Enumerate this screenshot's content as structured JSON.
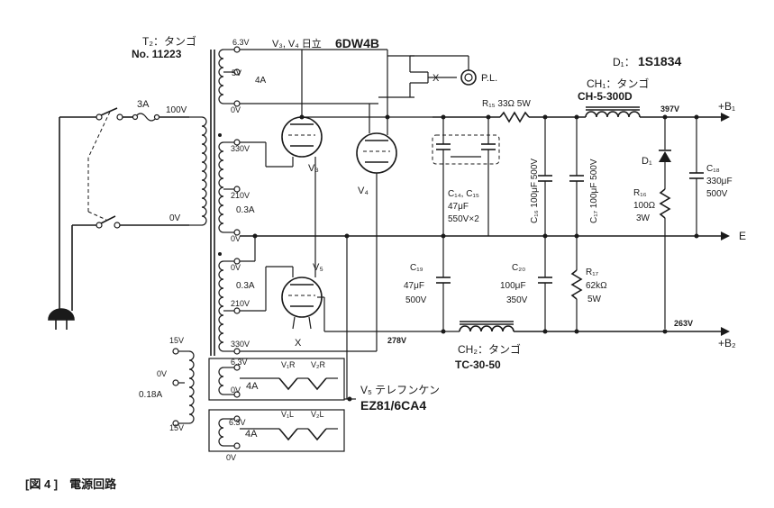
{
  "transformer": {
    "name": "T₂：タンゴ",
    "model": "No. 11223"
  },
  "windings": {
    "v63_top": "6.3V",
    "v5": "5V",
    "a4_top": "4A",
    "v0_top": "0V",
    "v100": "100V",
    "v0_pri": "0V",
    "v330": "330V",
    "v210": "210V",
    "a03": "0.3A",
    "v0_hv": "0V",
    "v0_hv2": "0V",
    "a03_b": "0.3A",
    "v210_b": "210V",
    "v330_b": "330V",
    "v15_top": "15V",
    "v0_mid": "0V",
    "v15_bot": "15V",
    "a018": "0.18A",
    "v63_h1": "6.3V",
    "v0_h1": "0V",
    "a4_h1": "4A",
    "v63_h2": "6.3V",
    "a4_h2": "4A",
    "v0_h2": "0V"
  },
  "fuse": "3A",
  "tubes": {
    "v34_label": "V₃, V₄ 日立",
    "v34_type": "6DW4B",
    "v3": "V₃",
    "v4": "V₄",
    "v5": "V₅"
  },
  "pilot": {
    "x": "X",
    "label": "P.L."
  },
  "caps": {
    "c14_15": "C₁₄, C₁₅",
    "c14_15_val1": "47μF",
    "c14_15_val2": "550V×2",
    "c16": "C₁₆ 100μF 500V",
    "c17": "C₁₇ 100μF 500V",
    "c18": "C₁₈",
    "c18_val1": "330μF",
    "c18_val2": "500V",
    "c19": "C₁₉",
    "c19_val1": "47μF",
    "c19_val2": "500V",
    "c20": "C₂₀",
    "c20_val1": "100μF",
    "c20_val2": "350V"
  },
  "resistors": {
    "r15": "R₁₅ 33Ω 5W",
    "r16": "R₁₆",
    "r16_val1": "100Ω",
    "r16_val2": "3W",
    "r17": "R₁₇",
    "r17_val1": "62kΩ",
    "r17_val2": "5W"
  },
  "diode": {
    "name": "D₁：",
    "type": "1S1834",
    "ref": "D₁"
  },
  "chokes": {
    "ch1_name": "CH₁：タンゴ",
    "ch1_model": "CH-5-300D",
    "ch2_name": "CH₂：タンゴ",
    "ch2_model": "TC-30-50"
  },
  "rails": {
    "b1_volt": "397V",
    "b1": "+B₁",
    "e": "E",
    "b2_volt": "263V",
    "b2": "+B₂",
    "v278": "278V"
  },
  "heaters": {
    "v1r": "V₁R",
    "v2r": "V₂R",
    "v1l": "V₁L",
    "v2l": "V₂L"
  },
  "rectifier": {
    "brand": "V₅ テレフンケン",
    "type": "EZ81/6CA4",
    "x": "X"
  },
  "caption": "[図 4 ]　電源回路"
}
